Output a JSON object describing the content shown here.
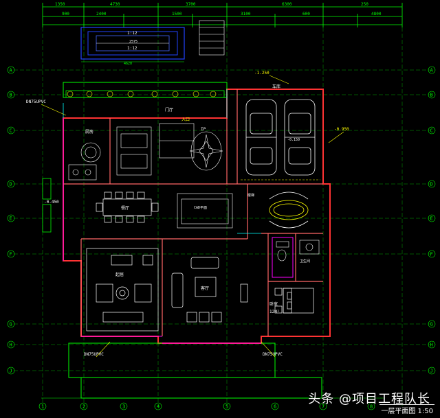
{
  "drawing": {
    "title": "一层平面图",
    "scale": "1:50",
    "watermark": "头条 @项目工程队长",
    "colors": {
      "background": "#000000",
      "dimension": "#00ff00",
      "wall": "#ff3333",
      "axis": "#00cc00",
      "furniture": "#ffffff",
      "annotation": "#ffff00",
      "accent_cyan": "#00ffff",
      "accent_magenta": "#ff00ff",
      "pool": "#2244ff"
    },
    "top_dims": [
      "1350",
      "4730",
      "3700",
      "6300",
      "250",
      "900",
      "2400",
      "1500",
      "3100",
      "600",
      "4800"
    ],
    "left_axes": [
      "A",
      "B",
      "C",
      "D",
      "E",
      "F",
      "G",
      "H",
      "J"
    ],
    "right_axes": [
      "A",
      "B",
      "C",
      "D",
      "E",
      "F",
      "G",
      "H",
      "J"
    ],
    "bottom_axes": [
      "1",
      "2",
      "3",
      "4",
      "5",
      "6",
      "7",
      "8"
    ],
    "pool": {
      "label1": "1:12",
      "label2": "2575",
      "label3": "1:12",
      "width_dim": "4620"
    },
    "rooms": {
      "garage": "车库",
      "dining": "餐厅",
      "living": "起居",
      "lounge": "客厅",
      "bedroom": "卧室",
      "bedroom_area": "12M²",
      "kitchen": "厨房",
      "bath": "卫生间",
      "foyer": "门厅"
    },
    "notes": {
      "pipe_left": "DN75UPVC",
      "pipe_bottom_left": "DN75UPVC",
      "pipe_bottom_right": "DN75UPVC",
      "level_note": "-0.450",
      "level_top": "-1.250",
      "level_right": "-0.950",
      "label_stair": "楼梯",
      "label_entry": "入口",
      "label_plate": "CAD平面",
      "label_ip": "IP",
      "garage_level": "-0.150"
    }
  }
}
